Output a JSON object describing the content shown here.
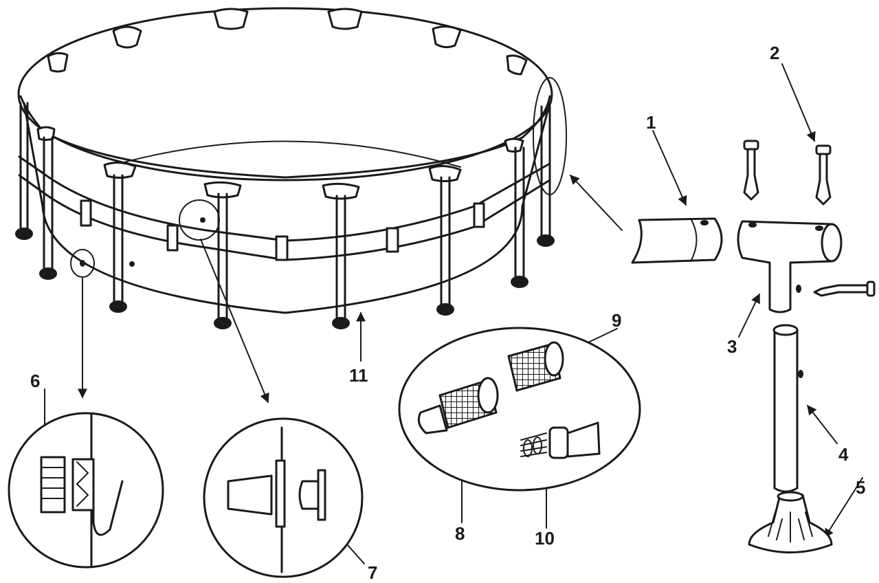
{
  "labels": {
    "n1": "1",
    "n2": "2",
    "n3": "3",
    "n4": "4",
    "n5": "5",
    "n6": "6",
    "n7": "7",
    "n8": "8",
    "n9": "9",
    "n10": "10",
    "n11": "11"
  },
  "colors": {
    "ink": "#1a1a1a",
    "paper": "#ffffff"
  }
}
